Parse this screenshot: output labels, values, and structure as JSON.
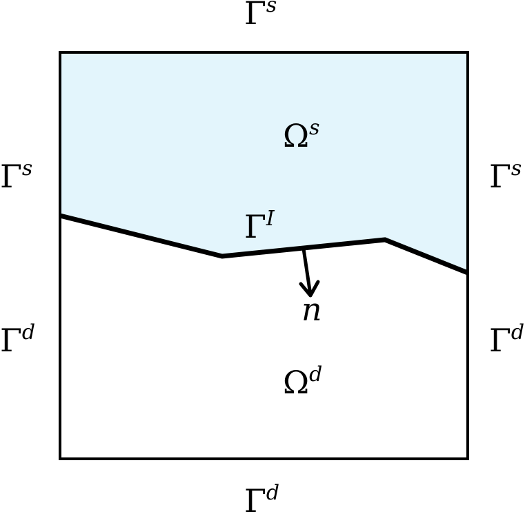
{
  "colors": {
    "stokes_fill": "#e3f5fc",
    "line": "#000000",
    "background": "#ffffff"
  },
  "labels": {
    "gamma_top": {
      "base": "Γ",
      "sup": "s"
    },
    "gamma_left_upper": {
      "base": "Γ",
      "sup": "s"
    },
    "gamma_right_upper": {
      "base": "Γ",
      "sup": "s"
    },
    "gamma_left_lower": {
      "base": "Γ",
      "sup": "d"
    },
    "gamma_right_lower": {
      "base": "Γ",
      "sup": "d"
    },
    "gamma_bottom": {
      "base": "Γ",
      "sup": "d"
    },
    "gamma_interface": {
      "base": "Γ",
      "sup": "I"
    },
    "omega_s": {
      "base": "Ω",
      "sup": "s"
    },
    "omega_d": {
      "base": "Ω",
      "sup": "d"
    },
    "normal": "n"
  }
}
